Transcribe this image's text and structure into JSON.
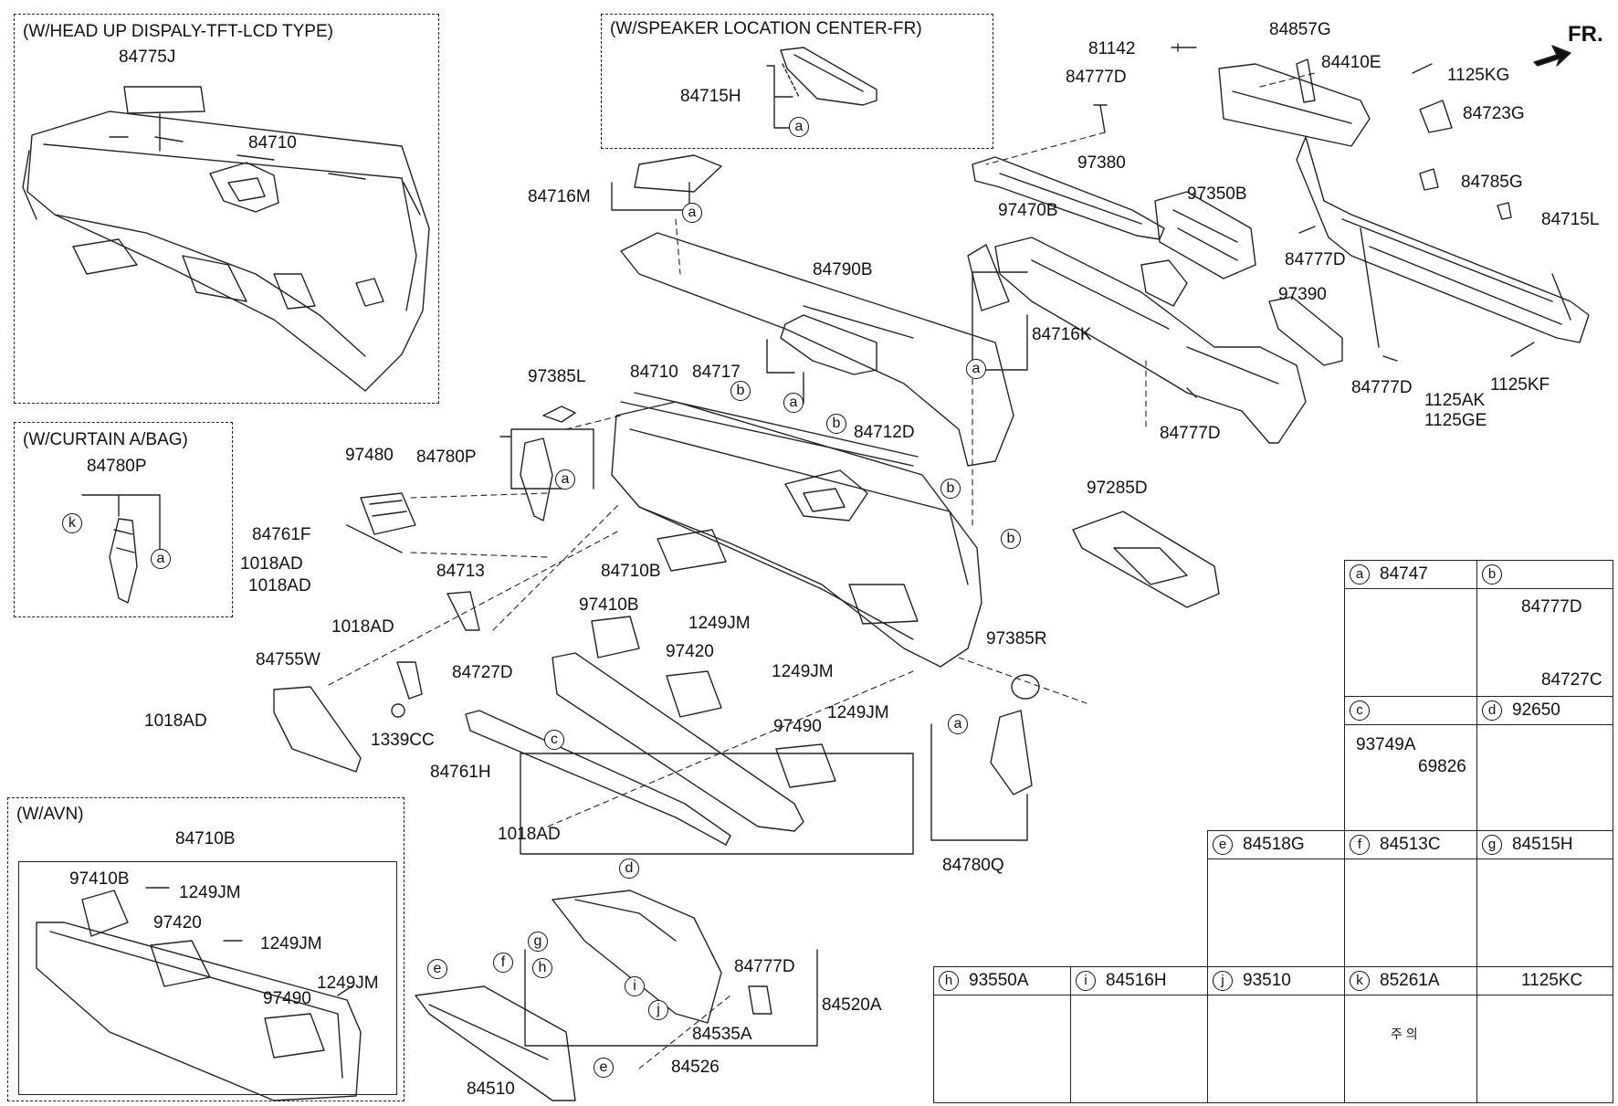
{
  "orientation_mark": "FR.",
  "boxes": {
    "hud": "(W/HEAD UP DISPALY-TFT-LCD TYPE)",
    "speaker": "(W/SPEAKER LOCATION CENTER-FR)",
    "curtain": "(W/CURTAIN A/BAG)",
    "avn": "(W/AVN)"
  },
  "hud": {
    "p1": "84775J",
    "p2": "84710"
  },
  "speaker": {
    "p1": "84715H",
    "c1": "a"
  },
  "curtain": {
    "p1": "84780P",
    "k": "k",
    "a": "a"
  },
  "avn": {
    "p1": "84710B",
    "p2": "97410B",
    "p3": "1249JM",
    "p4": "97420",
    "p5": "1249JM",
    "p6": "97490",
    "p7": "1249JM"
  },
  "main": {
    "l84716M": "84716M",
    "ca1": "a",
    "l84790B": "84790B",
    "l97385L": "97385L",
    "l84710": "84710",
    "l84717": "84717",
    "cb1": "b",
    "ca2": "a",
    "cb2": "b",
    "l84712D": "84712D",
    "l84780P": "84780P",
    "ca3": "a",
    "l97480": "97480",
    "l84761F": "84761F",
    "l1018AD_1": "1018AD",
    "l1018AD_2": "1018AD",
    "l84713": "84713",
    "l1018AD_3": "1018AD",
    "l84710B": "84710B",
    "l97410B": "97410B",
    "l1249JM_1": "1249JM",
    "l97420": "97420",
    "l1249JM_2": "1249JM",
    "l1249JM_3": "1249JM",
    "l97490": "97490",
    "l84755W": "84755W",
    "l84727D": "84727D",
    "l1018AD_4": "1018AD",
    "l1339CC": "1339CC",
    "l84761H": "84761H",
    "cc": "c",
    "l1018AD_5": "1018AD",
    "l84716K": "84716K",
    "ca4": "a",
    "cb3": "b",
    "cb4": "b",
    "l97385R": "97385R",
    "ca5": "a",
    "l84780Q": "84780Q",
    "l97285D": "97285D",
    "cd": "d",
    "cg": "g",
    "ch": "h",
    "ci": "i",
    "cj": "j",
    "l84777D_g": "84777D",
    "l84535A": "84535A",
    "l84520A": "84520A",
    "ce1": "e",
    "cf": "f",
    "ce2": "e",
    "l84510": "84510",
    "l84526": "84526"
  },
  "duct": {
    "l81142": "81142",
    "l84857G": "84857G",
    "l84410E": "84410E",
    "l1125KG": "1125KG",
    "l84723G": "84723G",
    "l84777D_a": "84777D",
    "l97380": "97380",
    "l97350B": "97350B",
    "l84785G": "84785G",
    "l97470B": "97470B",
    "l84777D_b": "84777D",
    "l84715L": "84715L",
    "l97390": "97390",
    "l84777D_c": "84777D",
    "l1125AK": "1125AK",
    "l1125GE": "1125GE",
    "l1125KF": "1125KF",
    "l84777D_d": "84777D"
  },
  "legend": [
    {
      "id": "a",
      "part": "84747"
    },
    {
      "id": "b",
      "part": "",
      "sub1": "84777D",
      "sub2": "84727C"
    },
    {
      "id": "c",
      "part": "",
      "sub1": "93749A",
      "sub2": "69826"
    },
    {
      "id": "d",
      "part": "92650"
    },
    {
      "id": "e",
      "part": "84518G"
    },
    {
      "id": "f",
      "part": "84513C"
    },
    {
      "id": "g",
      "part": "84515H"
    },
    {
      "id": "h",
      "part": "93550A"
    },
    {
      "id": "i",
      "part": "84516H"
    },
    {
      "id": "j",
      "part": "93510"
    },
    {
      "id": "k",
      "part": "85261A"
    },
    {
      "id": "",
      "part": "1125KC"
    }
  ],
  "warning_label": {
    "title": "주 의"
  }
}
